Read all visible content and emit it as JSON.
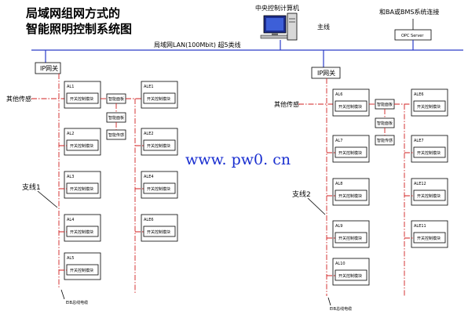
{
  "title": {
    "line1": "局域网组网方式的",
    "line2": "智能照明控制系统图"
  },
  "computer_label": "中央控制计算机",
  "bms_label": "和BA或BMS系统连接",
  "opc_label": "OPC Server",
  "main_line_label": "主线",
  "lan_label": "局域网LAN(100Mbit) 超5类线",
  "ip_gateway": "IP网关",
  "external_sensor": "其他传感",
  "module_label": "开关控制模块",
  "smart_panel": "智能面板",
  "smart_sensor": "智能传感",
  "branch_left": "支线1",
  "branch_right": "支线2",
  "eib_cable": "EIB总线电缆",
  "watermark": "www. pw0. cn",
  "left": {
    "al_boxes": [
      "AL1",
      "AL2",
      "AL3",
      "AL4",
      "AL5"
    ],
    "ale_boxes": [
      "ALE1",
      "ALE2",
      "ALE4",
      "ALE6"
    ]
  },
  "right": {
    "al_boxes": [
      "AL6",
      "AL7",
      "AL8",
      "AL9",
      "AL10"
    ],
    "ale_boxes": [
      "ALE6",
      "ALE7",
      "ALE12",
      "ALE11"
    ]
  }
}
